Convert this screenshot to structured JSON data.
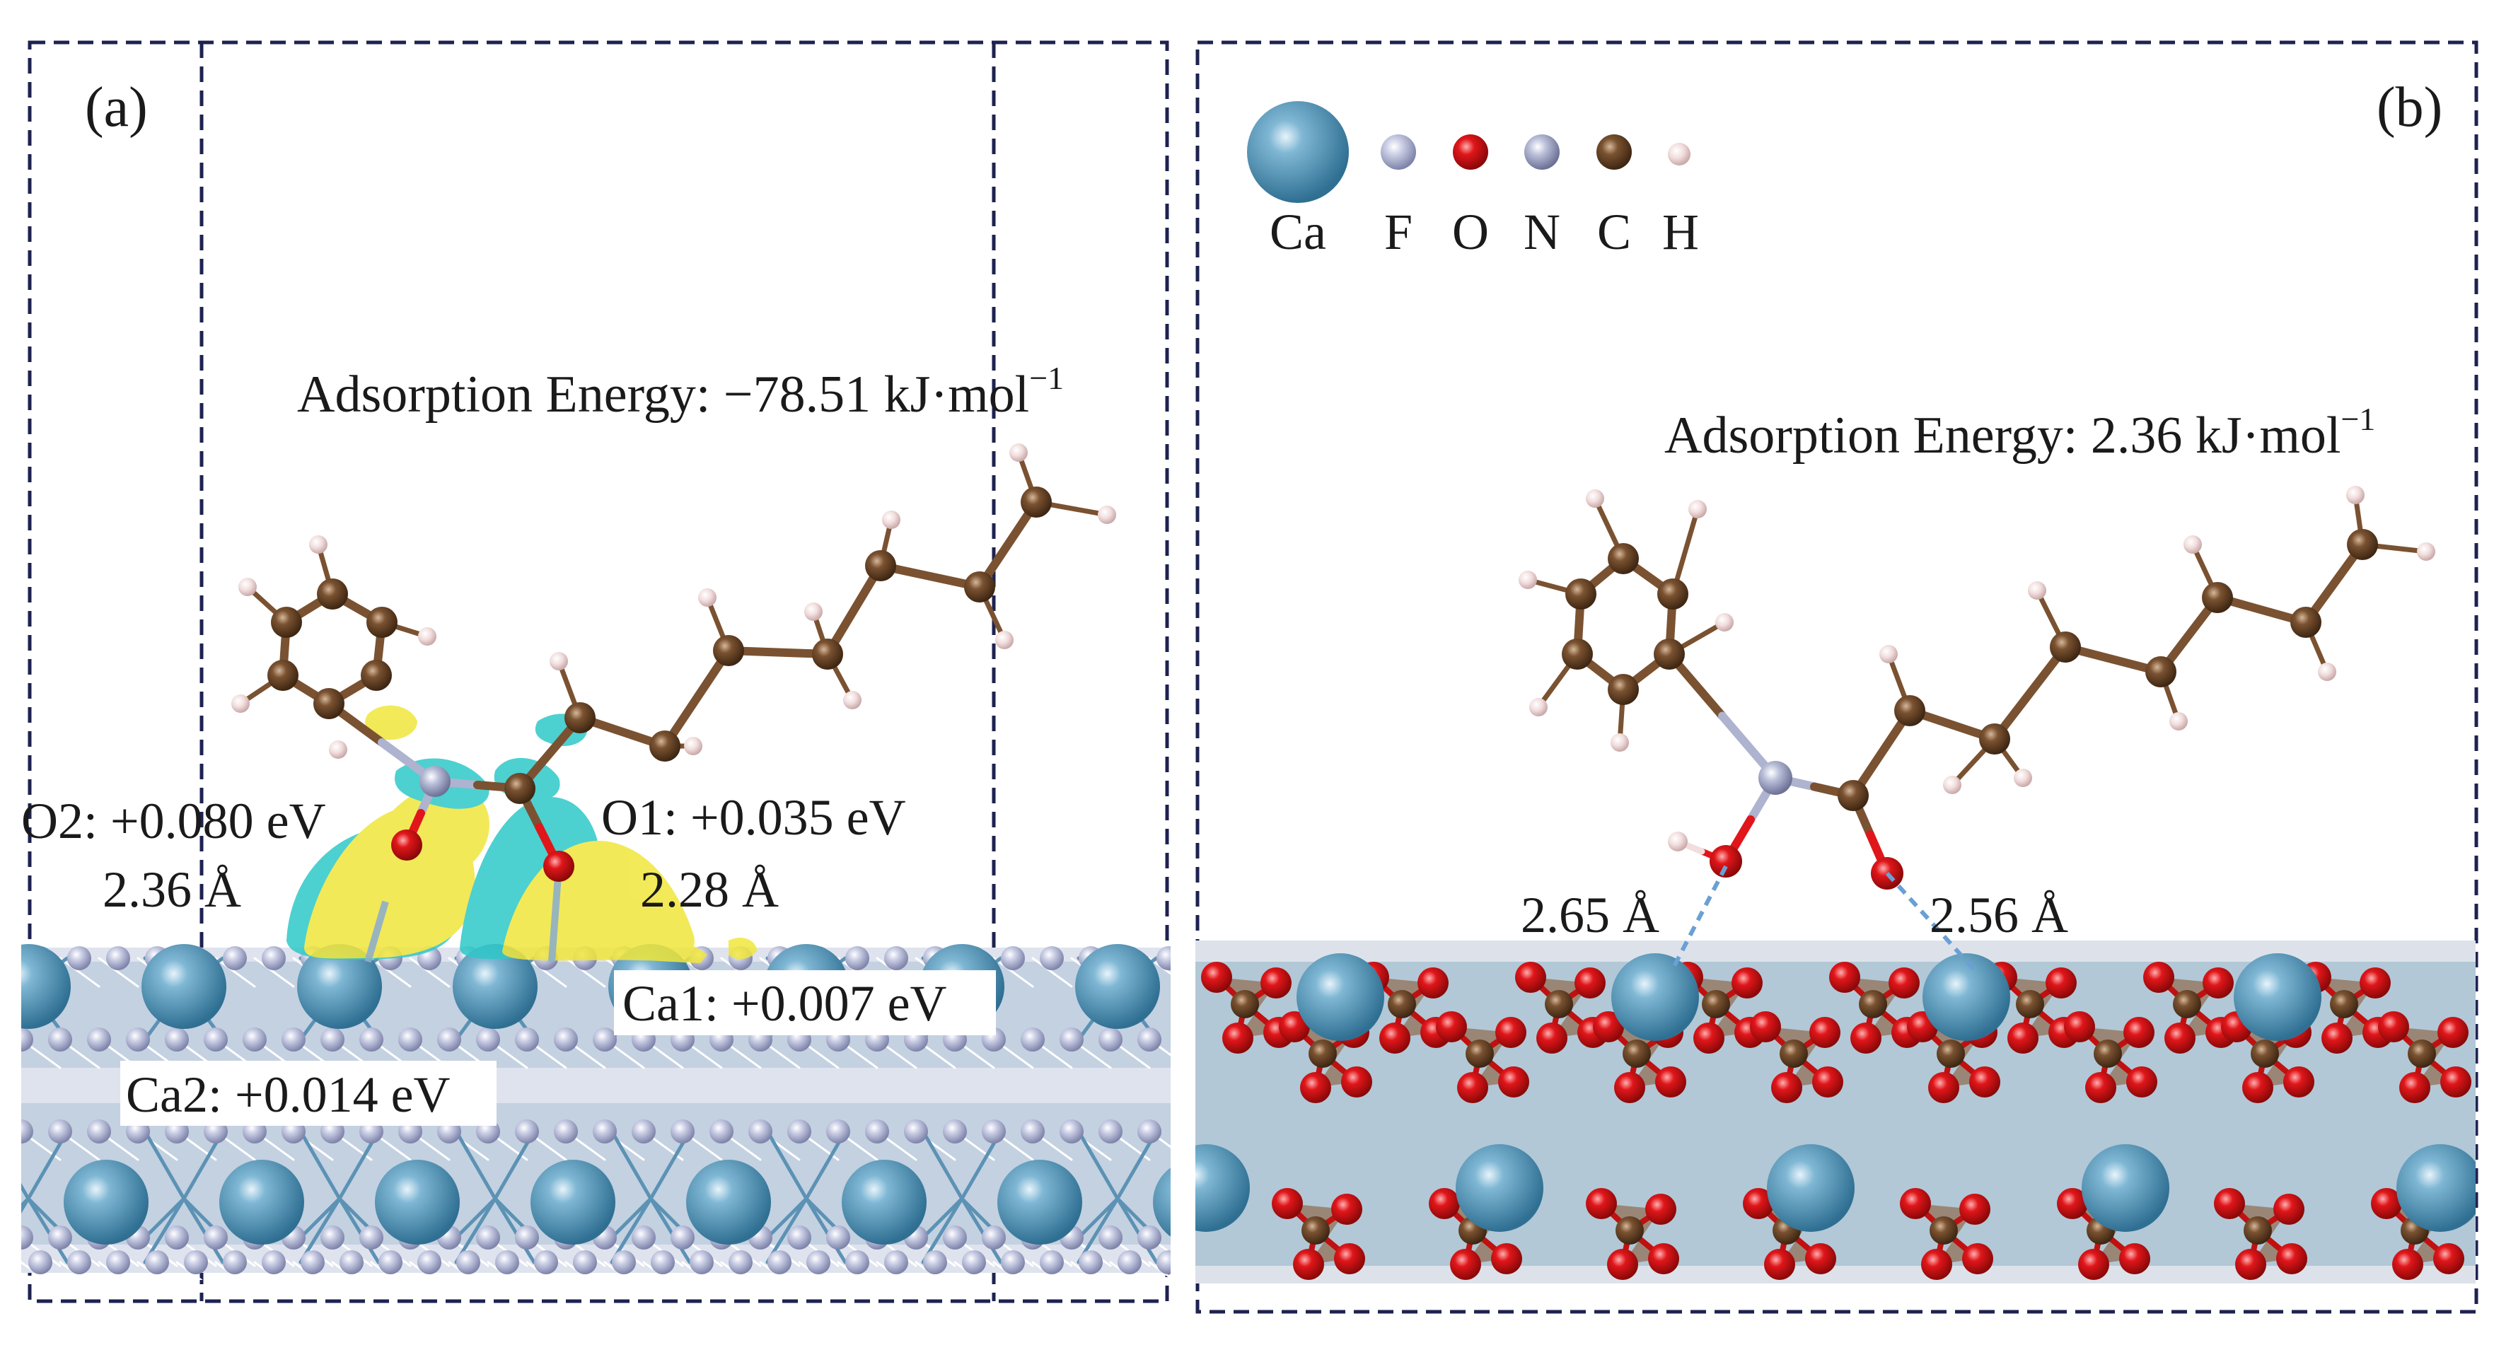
{
  "panel_a": {
    "tag": "(a)",
    "energy_prefix": "Adsorption Energy: ",
    "energy_value": "−78.51",
    "energy_unit": " kJ·mol",
    "energy_exp": "−1",
    "o2_charge": "O2: +0.080 eV",
    "o2_dist": "2.36 Å",
    "o1_charge": "O1: +0.035 eV",
    "o1_dist": "2.28 Å",
    "ca1_charge": "Ca1: +0.007 eV",
    "ca2_charge": "Ca2: +0.014 eV"
  },
  "panel_b": {
    "tag": "(b)",
    "energy_prefix": "Adsorption Energy: ",
    "energy_value": "2.36",
    "energy_unit": " kJ·mol",
    "energy_exp": "−1",
    "dist_left": "2.65 Å",
    "dist_right": "2.56 Å"
  },
  "legend": [
    {
      "symbol": "Ca",
      "color": "#4a8fb3"
    },
    {
      "symbol": "F",
      "color": "#b8bdd8"
    },
    {
      "symbol": "O",
      "color": "#e0161a"
    },
    {
      "symbol": "N",
      "color": "#aeb3cf"
    },
    {
      "symbol": "C",
      "color": "#7a5231"
    },
    {
      "symbol": "H",
      "color": "#f0d8d8"
    }
  ],
  "colors": {
    "frame": "#1e2250",
    "ca": "#4a8fb3",
    "f": "#b8bdd8",
    "o": "#e0161a",
    "n": "#aeb3cf",
    "c": "#7a5231",
    "h": "#f2dede",
    "iso_yellow": "#f0e63c",
    "iso_cyan": "#2ec8c8"
  }
}
